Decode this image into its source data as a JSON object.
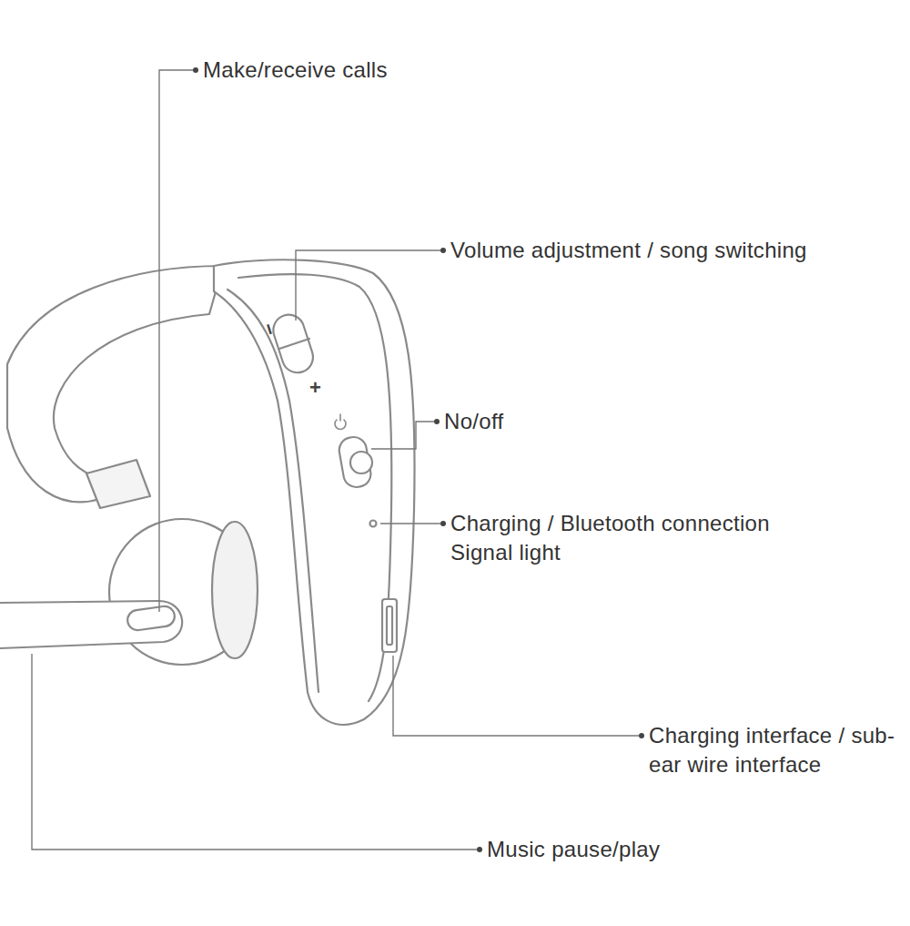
{
  "diagram": {
    "labels": [
      "Make/receive calls",
      "Volume adjustment / song switching",
      "No/off",
      "Charging / Bluetooth connection Signal light",
      "Charging interface / sub-ear wire interface",
      "Music pause/play",
      "−",
      "+"
    ]
  }
}
